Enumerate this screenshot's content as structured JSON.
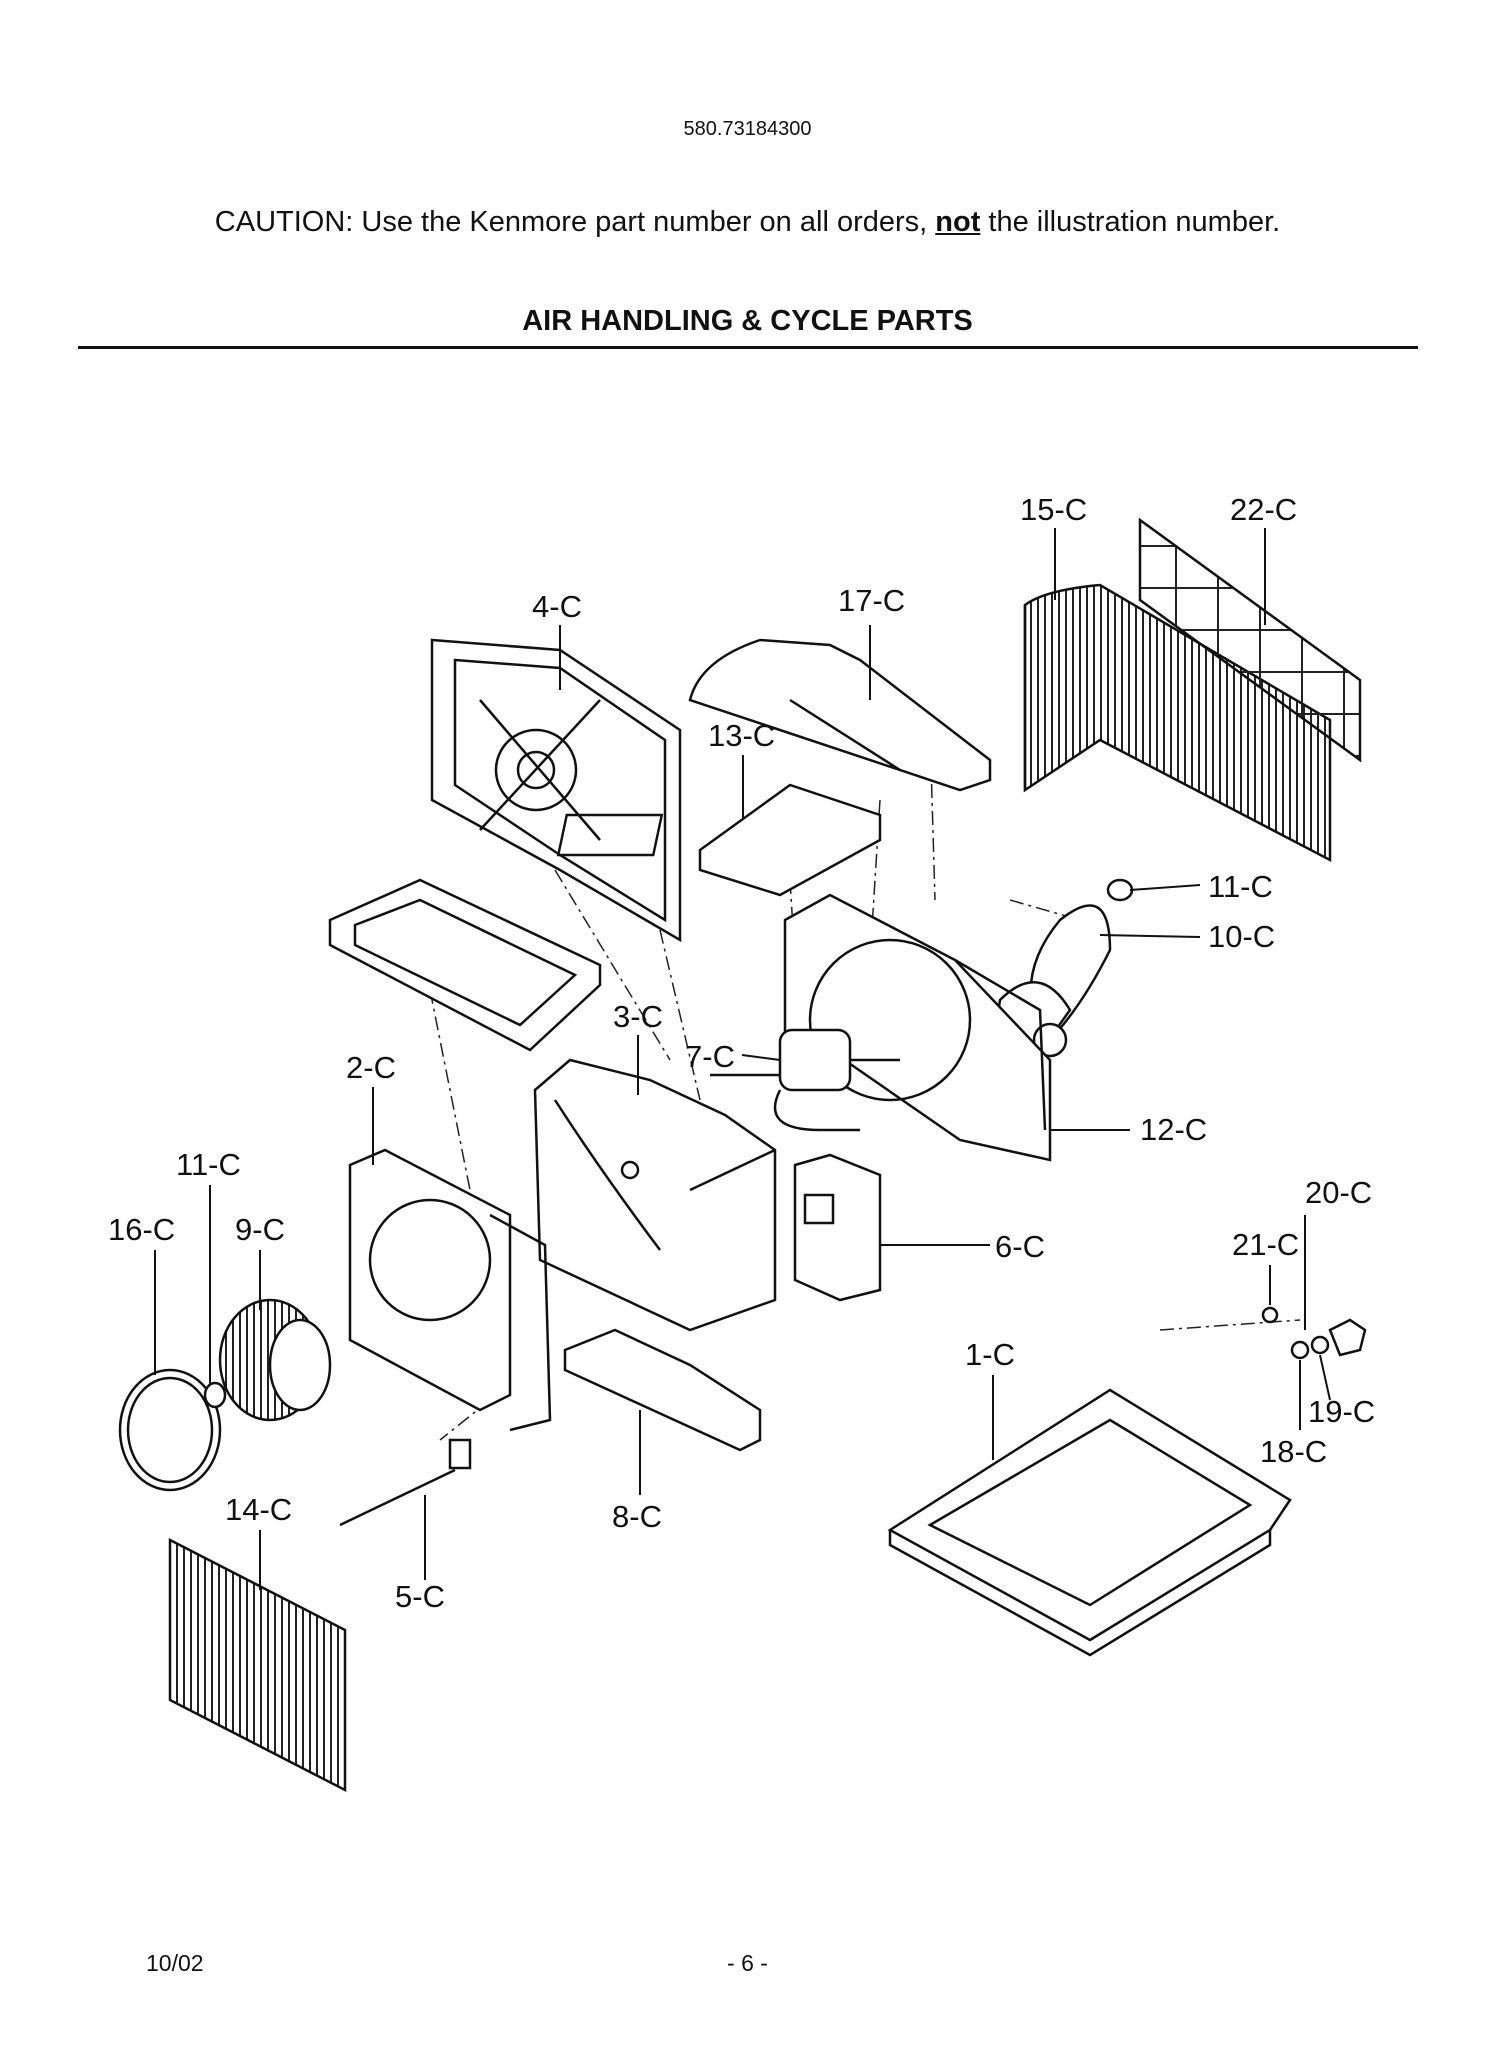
{
  "header": {
    "model_number": "580.73184300",
    "caution_prefix": "CAUTION: Use the Kenmore part number on all orders, ",
    "caution_emphasis": "not",
    "caution_suffix": " the illustration number.",
    "section_title": "AIR HANDLING & CYCLE PARTS"
  },
  "callouts": [
    {
      "id": "15",
      "label": "15-C"
    },
    {
      "id": "22",
      "label": "22-C"
    },
    {
      "id": "4",
      "label": "4-C"
    },
    {
      "id": "17",
      "label": "17-C"
    },
    {
      "id": "13",
      "label": "13-C"
    },
    {
      "id": "11a",
      "label": "11-C"
    },
    {
      "id": "10",
      "label": "10-C"
    },
    {
      "id": "3",
      "label": "3-C"
    },
    {
      "id": "7",
      "label": "7-C"
    },
    {
      "id": "2",
      "label": "2-C"
    },
    {
      "id": "12",
      "label": "12-C"
    },
    {
      "id": "11b",
      "label": "11-C"
    },
    {
      "id": "20",
      "label": "20-C"
    },
    {
      "id": "16",
      "label": "16-C"
    },
    {
      "id": "9",
      "label": "9-C"
    },
    {
      "id": "6",
      "label": "6-C"
    },
    {
      "id": "21",
      "label": "21-C"
    },
    {
      "id": "1",
      "label": "1-C"
    },
    {
      "id": "19",
      "label": "19-C"
    },
    {
      "id": "18",
      "label": "18-C"
    },
    {
      "id": "14",
      "label": "14-C"
    },
    {
      "id": "8",
      "label": "8-C"
    },
    {
      "id": "5",
      "label": "5-C"
    }
  ],
  "footer": {
    "date": "10/02",
    "page": "- 6 -"
  }
}
